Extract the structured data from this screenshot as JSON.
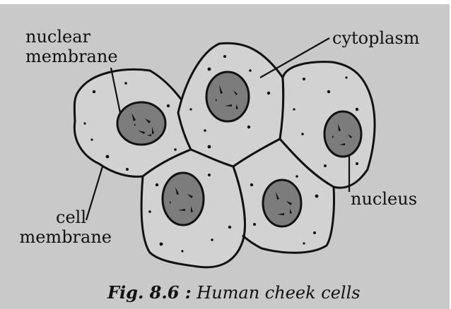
{
  "labels": {
    "nuclear_membrane": [
      "nuclear",
      "membrane"
    ],
    "cytoplasm": "cytoplasm",
    "cell_membrane": [
      "cell",
      "membrane"
    ],
    "nucleus": "nucleus"
  },
  "caption": {
    "fig_label": "Fig. 8.6 :",
    "title": "Human cheek cells"
  },
  "colors": {
    "background": "#c9c9c9",
    "cell_fill": "#d2d2d2",
    "nucleus_fill": "#7c7c7c",
    "outline": "#111111"
  }
}
